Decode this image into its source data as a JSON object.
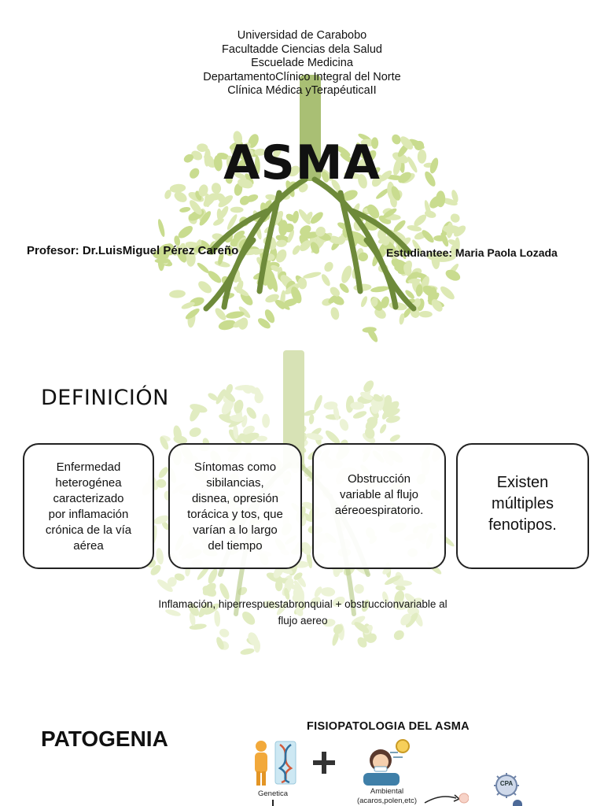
{
  "header": {
    "lines": [
      "Universidad de Carabobo",
      "Facultadde Ciencias dela Salud",
      "Escuelade Medicina",
      "DepartamentoClínico Integral del Norte",
      "Clínica Médica yTerapéuticaII"
    ]
  },
  "title": "ASMA",
  "professor": "Profesor: Dr.LuisMiguel Pérez Careño",
  "student": "Estudiantee: Maria Paola Lozada",
  "definition": {
    "heading": "DEFINICIÓN",
    "cards": [
      {
        "lines": [
          "Enfermedad",
          "heterogénea",
          "caracterizado",
          "por inflamación",
          "crónica de la vía",
          "aérea"
        ]
      },
      {
        "lines": [
          "Síntomas como",
          "sibilancias,",
          "disnea, opresión",
          "torácica y tos, que",
          "varían a lo largo",
          "del tiempo"
        ]
      },
      {
        "lines": [
          "Obstrucción",
          "variable al flujo",
          "aéreoespiratorio."
        ]
      },
      {
        "lines": [
          "Existen",
          "múltiples",
          "fenotipos."
        ]
      }
    ],
    "summary_lines": [
      "Inflamación, hiperrespuestabronquial + obstruccionvariable al",
      "flujo aereo"
    ]
  },
  "pathogenesis": {
    "heading": "PATOGENIA",
    "diagram_title": "FISIOPATOLOGIA DEL ASMA",
    "genetics_label": "Genetica",
    "environment_label_1": "Ambiental",
    "environment_label_2": "(acaros,polen,etc)",
    "cpa_label": "CPA"
  },
  "colors": {
    "leaf": "#c9dc8f",
    "leaf_light": "#dde9b4",
    "trunk": "#a9bf74",
    "branch": "#6e8a3a"
  }
}
